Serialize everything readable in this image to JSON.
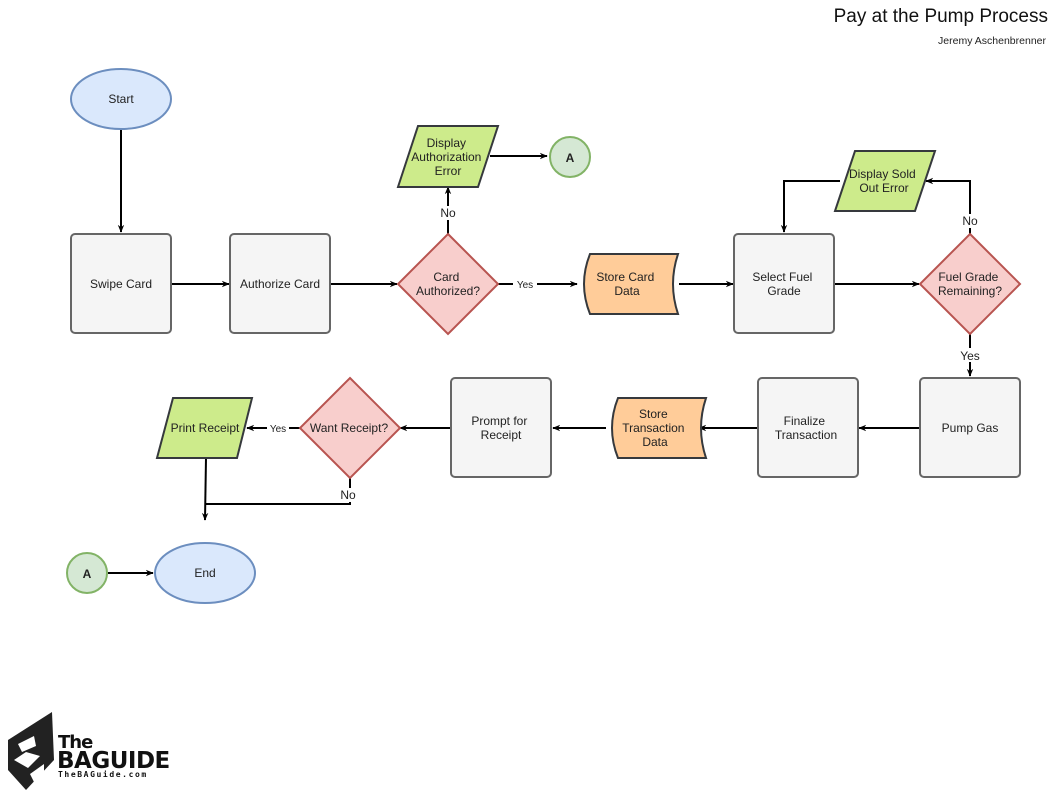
{
  "title": "Pay at the Pump Process",
  "author": "Jeremy Aschenbrenner",
  "colors": {
    "terminal_fill": "#dae8fc",
    "terminal_stroke": "#6c8ebf",
    "process_fill": "#f5f5f5",
    "process_stroke": "#666666",
    "decision_fill": "#f8cecc",
    "decision_stroke": "#b85450",
    "io_fill": "#cdeb8b",
    "io_stroke": "#36393d",
    "storage_fill": "#ffcc99",
    "storage_stroke": "#36393d",
    "connector_fill": "#d5e8d4",
    "connector_stroke": "#82b366"
  },
  "nodes": {
    "start": "Start",
    "swipe_card": "Swipe Card",
    "authorize_card": "Authorize Card",
    "card_authorized": [
      "Card",
      "Authorized?"
    ],
    "display_auth_error": [
      "Display",
      "Authorization",
      "Error"
    ],
    "connector_a_top": "A",
    "store_card_data": [
      "Store Card",
      "Data"
    ],
    "select_fuel_grade": [
      "Select Fuel",
      "Grade"
    ],
    "display_sold_out": [
      "Display Sold",
      "Out Error"
    ],
    "fuel_grade_remaining": [
      "Fuel Grade",
      "Remaining?"
    ],
    "pump_gas": "Pump Gas",
    "finalize_transaction": [
      "Finalize",
      "Transaction"
    ],
    "store_transaction_data": [
      "Store",
      "Transaction",
      "Data"
    ],
    "prompt_receipt": [
      "Prompt for",
      "Receipt"
    ],
    "want_receipt": "Want Receipt?",
    "print_receipt": "Print Receipt",
    "connector_a_bottom": "A",
    "end": "End"
  },
  "edge_labels": {
    "auth_no": "No",
    "auth_yes": "Yes",
    "fuel_no": "No",
    "fuel_yes": "Yes",
    "receipt_yes": "Yes",
    "receipt_no": "No"
  },
  "logo": {
    "the": "The",
    "name": "BAGUIDE",
    "url": "TheBAGuide.com"
  }
}
